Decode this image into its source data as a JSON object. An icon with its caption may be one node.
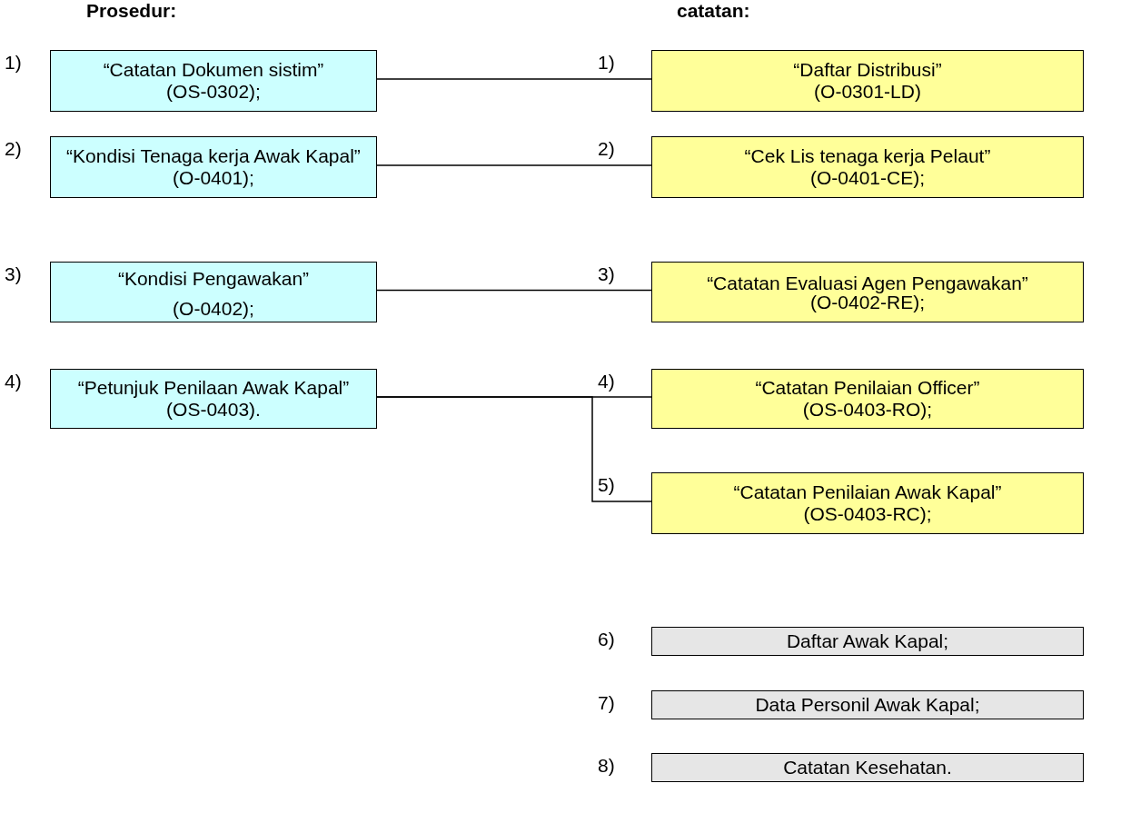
{
  "diagram": {
    "nodes": [
      {
        "text": [
          "“Catatan Dokumen sistim”",
          "(OS-0302);"
        ],
        "beside": [
          "1)"
        ]
      },
      {
        "text": [
          "“Kondisi Tenaga kerja Awak Kapal”",
          "(O-0401);"
        ],
        "beside": [
          "2)"
        ]
      },
      {
        "text": [
          "“Kondisi Pengawakan”",
          "(O-0402);"
        ],
        "beside": [
          "3)"
        ]
      },
      {
        "text": [
          "“Petunjuk Penilaan Awak Kapal”",
          "(OS-0403)."
        ],
        "beside": [
          "4)"
        ]
      },
      {
        "text": [
          "“Daftar Distribusi”",
          "(O-0301-LD)"
        ],
        "beside": [
          "1)"
        ]
      },
      {
        "text": [
          "“Cek Lis tenaga kerja Pelaut”",
          "(O-0401-CE);"
        ],
        "beside": [
          "2)"
        ]
      },
      {
        "text": [
          "“Catatan Evaluasi Agen Pengawakan”",
          "(O-0402-RE);"
        ],
        "beside": [
          "3)"
        ]
      },
      {
        "text": [
          "“Catatan Penilaian Officer”",
          "(OS-0403-RO);"
        ],
        "beside": [
          "4)"
        ]
      },
      {
        "text": [
          "“Catatan Penilaian Awak Kapal”",
          "(OS-0403-RC);"
        ],
        "beside": [
          "5)"
        ]
      },
      {
        "text": [
          "Daftar Awak Kapal;"
        ],
        "beside": [
          "6)"
        ]
      },
      {
        "text": [
          "Data Personil Awak Kapal;"
        ],
        "beside": [
          "7)"
        ]
      },
      {
        "text": [
          "Catatan Kesehatan."
        ],
        "beside": [
          "8)"
        ]
      }
    ],
    "edges": [
      {
        "from": 0,
        "to": 4,
        "arrow": "none"
      },
      {
        "from": 1,
        "to": 5,
        "arrow": "none"
      },
      {
        "from": 2,
        "to": 6,
        "arrow": "none"
      },
      {
        "from": 3,
        "to": 7,
        "arrow": "none"
      },
      {
        "from": 3,
        "to": 8,
        "arrow": "none"
      }
    ],
    "labels": [
      "Prosedur:",
      "catatan:"
    ]
  }
}
